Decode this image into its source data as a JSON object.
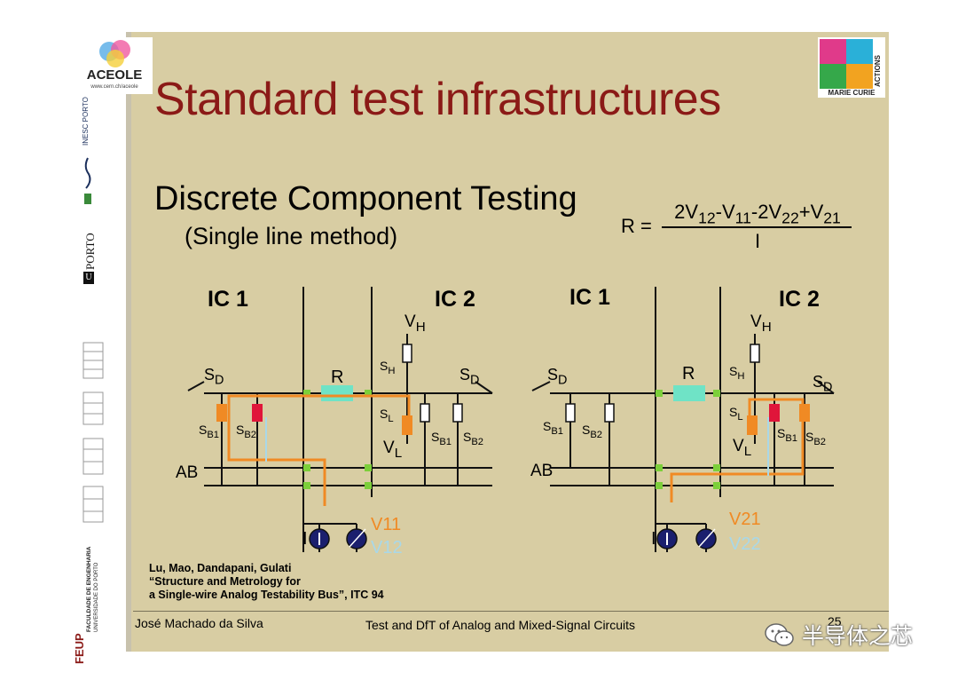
{
  "logos": {
    "aceole_name": "ACEOLE",
    "aceole_url": "www.cern.ch/aceole",
    "marie_curie": "MARIE CURIE",
    "actions": "ACTIONS",
    "inesc": "INESC PORTO",
    "uporto": "PORTO",
    "u_letter": "U",
    "feup_short": "FEUP",
    "feup_long": "FACULDADE DE ENGENHARIA",
    "feup_univ": "UNIVERSIDADE DO PORTO"
  },
  "slide": {
    "title": "Standard test infrastructures",
    "subtitle": "Discrete Component Testing",
    "method": "(Single line method)",
    "formula": {
      "lhs": "R =",
      "numerator": "2V12-V11-2V22+V21",
      "denominator": "I"
    },
    "reference": [
      "Lu, Mao, Dandapani, Gulati",
      "“Structure and Metrology for",
      "a Single-wire Analog Testability Bus”, ITC 94"
    ],
    "author": "José Machado da Silva",
    "course": "Test and DfT of Analog and Mixed-Signal Circuits",
    "page_number": "25"
  },
  "diagram": {
    "left": {
      "ic1": "IC 1",
      "ic2": "IC 2",
      "vh": "VH",
      "vl": "VL",
      "sh": "SH",
      "sl": "SL",
      "sd": "SD",
      "sb1": "SB1",
      "sb2": "SB2",
      "r": "R",
      "ab": "AB",
      "i": "I",
      "v_primary": "V11",
      "v_secondary": "V12"
    },
    "right": {
      "ic1": "IC 1",
      "ic2": "IC 2",
      "vh": "VH",
      "vl": "VL",
      "sh": "SH",
      "sl": "SL",
      "sd": "SD",
      "sb1": "SB1",
      "sb2": "SB2",
      "r": "R",
      "ab": "AB",
      "i": "I",
      "v_primary": "V21",
      "v_secondary": "V22"
    }
  },
  "colors": {
    "title": "#8b1a17",
    "background": "#d8cda3",
    "path": "#f08a24",
    "v_secondary": "#a9d8e8",
    "switch_red": "#e0153a",
    "resistor": "#6fe3c6",
    "node_green": "#7ccf3a"
  },
  "watermark": {
    "text": "半导体之芯",
    "icon": "wechat-icon"
  }
}
